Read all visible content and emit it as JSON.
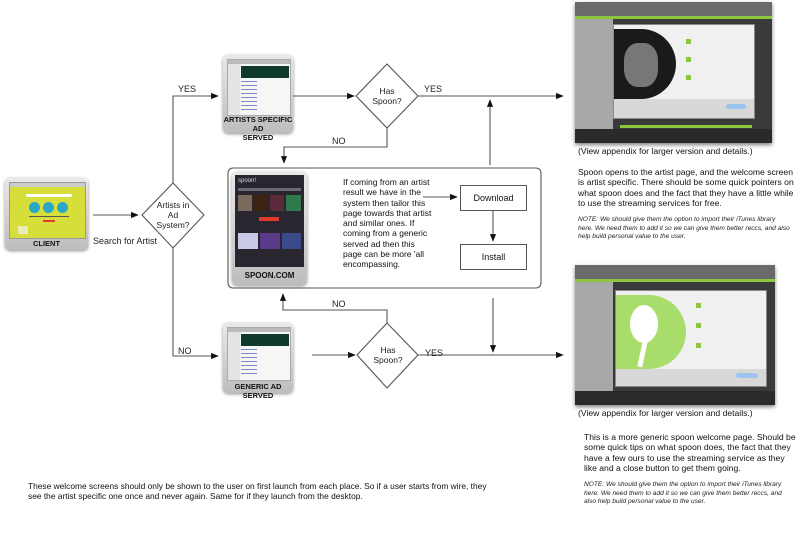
{
  "nodes": {
    "client": {
      "caption": "CLIENT"
    },
    "artists_decision": {
      "line1": "Artists in",
      "line2": "Ad",
      "line3": "System?"
    },
    "artists_ad": {
      "caption_line1": "ARTISTS SPECIFIC AD",
      "caption_line2": "SERVED"
    },
    "generic_ad": {
      "caption": "GENERIC AD SERVED"
    },
    "has_spoon_top": {
      "line1": "Has",
      "line2": "Spoon?"
    },
    "has_spoon_bottom": {
      "line1": "Has",
      "line2": "Spoon?"
    },
    "spoon_site": {
      "caption": "SPOON.COM",
      "logo": "spoon!",
      "description": "If coming from an artist result we have in the system then tailor this page towards that artist and similar ones.  If coming from a generic served ad then this page can be more 'all encompassing."
    },
    "download": {
      "label": "Download"
    },
    "install": {
      "label": "Install"
    }
  },
  "edge_labels": {
    "search_for_artist": "Search for Artist",
    "yes_artists": "YES",
    "no_artists": "NO",
    "yes_top": "YES",
    "no_top": "NO",
    "yes_bottom": "YES",
    "no_bottom": "NO"
  },
  "right_panel": {
    "top": {
      "caption": "(View appendix for larger version and details.)",
      "description": "Spoon opens to the artist page, and the welcome screen is artist specific.  There should be some quick pointers on what spoon does and the fact that they have a little while to use the streaming services for free.",
      "note": "NOTE:  We should give them the option to import their iTunes library here.  We need them to add it so we can give them better reccs, and also help build personal value to the user."
    },
    "bottom": {
      "caption": "(View appendix for larger version and details.)",
      "description": "This is a more generic spoon welcome page.  Should be some quick tips on what spoon does, the fact that they have a few ours to use the streaming service as they like and a close button to get them going.",
      "note": "NOTE:  We should give them the option to import their iTunes library here.  We need them to add it so we can give them better reccs, and also help build personal value to the user."
    }
  },
  "footer_note": "These welcome screens should only be shown to the user on first launch from each place.  So if a user starts from wire, they see the artist specific one once and never again.  Same for if they launch from the desktop.",
  "colors": {
    "line": "#555555",
    "client_bg": "#d6df3a",
    "spoon_dark": "#2a2630",
    "accent_green": "#8cc63f",
    "spoon_red": "#e03a2e"
  }
}
